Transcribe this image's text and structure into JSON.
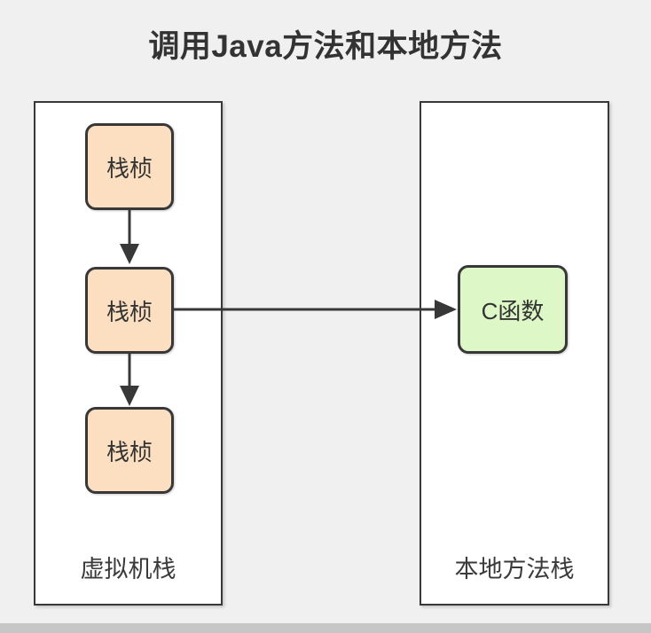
{
  "title": "调用Java方法和本地方法",
  "left_container": {
    "label": "虚拟机栈",
    "frames": [
      "栈桢",
      "栈桢",
      "栈桢"
    ]
  },
  "right_container": {
    "label": "本地方法栈",
    "function_box_label": "C函数"
  },
  "colors": {
    "background": "#f0f0f0",
    "container_fill": "#ffffff",
    "border": "#383838",
    "stack_frame_fill": "#fcdfc1",
    "c_function_fill": "#ddf8c6",
    "arrow": "#383838",
    "text": "#333333",
    "bottom_bar": "#c6c6c6"
  }
}
